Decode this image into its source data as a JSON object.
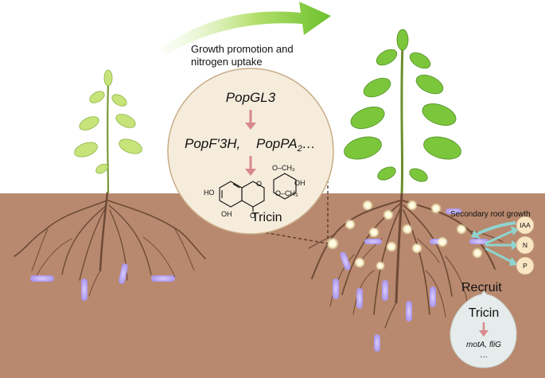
{
  "header": {
    "caption_line1": "Growth promotion and",
    "caption_line2": "nitrogen uptake"
  },
  "pathway": {
    "gene_top": "PopGL3",
    "gene_mid_a": "PopF′3H,",
    "gene_mid_b_base": "PopPA",
    "gene_mid_b_sub": "2",
    "gene_mid_b_ellipsis": "…",
    "compound_label": "Tricin",
    "structure_labels": {
      "ho_left": "HO",
      "oh_bottom": "OH",
      "o_carbonyl": "O",
      "o_ring": "O",
      "och3_top": "O–CH₃",
      "oh_right": "OH",
      "och3_bottom": "O–CH₃"
    }
  },
  "right_panel": {
    "secondary_root_label": "Secondary root growth",
    "nutrients": [
      "IAA",
      "N",
      "P"
    ],
    "recruit_label": "Recruit",
    "bubble_title": "Tricin",
    "bubble_genes": "motA, fliG",
    "bubble_ellipsis": "…"
  },
  "colors": {
    "soil": "#b8896e",
    "sky": "#ffffff",
    "root": "#6e4a36",
    "leaf_light": "#bfe070",
    "leaf_dark": "#5fb038",
    "arrow_green": "#7cc63c",
    "circle_fill": "#f5ecdc",
    "circle_stroke": "#c8ac86",
    "pink_arrow": "#d9888c",
    "teal_arrow": "#8fd4cf",
    "nutrient_fill": "#fbe6c4",
    "bubble_fill": "#e6eceb",
    "bacteria": "#b7a2ef",
    "dot_glow": "#fbf5c9"
  }
}
